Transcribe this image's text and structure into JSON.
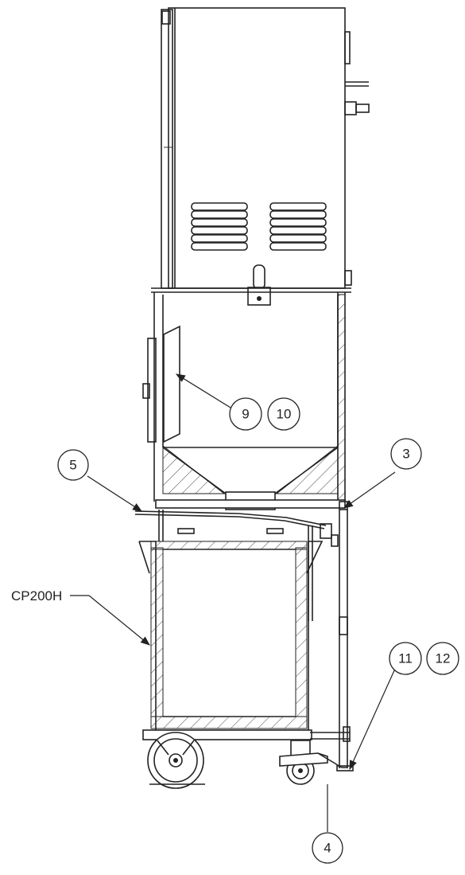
{
  "callouts": {
    "c3": "3",
    "c4": "4",
    "c5": "5",
    "c9": "9",
    "c10": "10",
    "c11": "11",
    "c12": "12"
  },
  "labels": {
    "cp200h": "CP200H"
  }
}
